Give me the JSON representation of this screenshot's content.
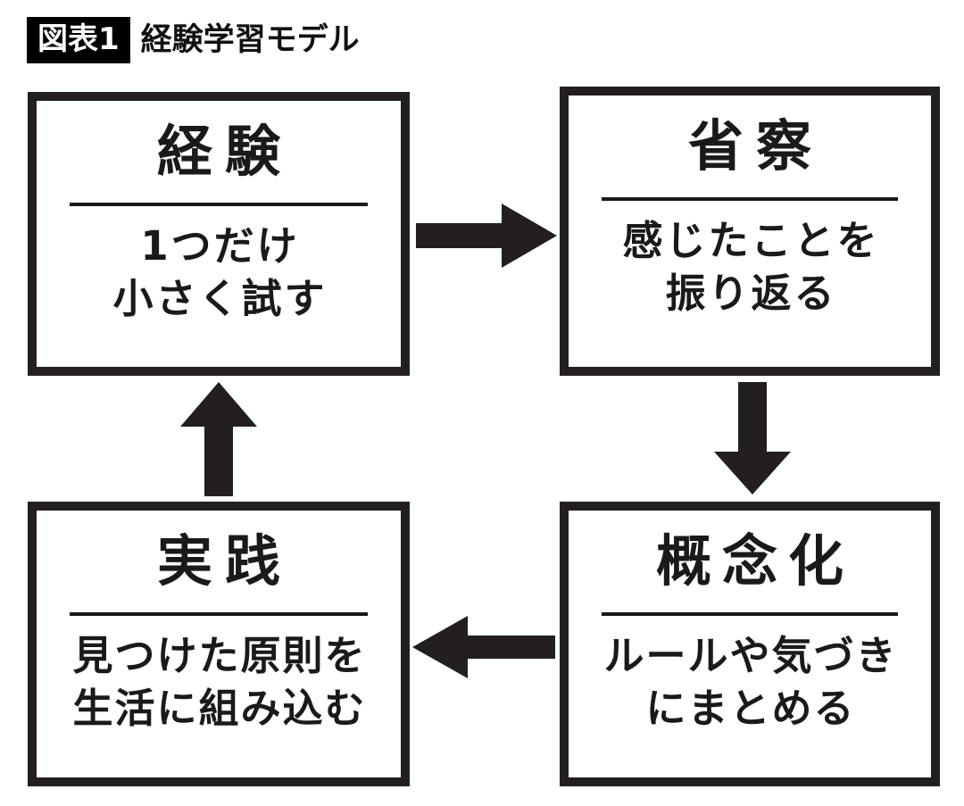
{
  "header": {
    "badge": "図表1",
    "title": "経験学習モデル"
  },
  "colors": {
    "ink": "#1a1a1a",
    "border": "#231f20",
    "background": "#ffffff",
    "badge_bg": "#000000",
    "badge_fg": "#ffffff"
  },
  "diagram": {
    "type": "cycle",
    "nodes": [
      {
        "id": "experience",
        "title": "経験",
        "body_lines": [
          "1つだけ",
          "小さく試す"
        ],
        "position": "top-left"
      },
      {
        "id": "reflection",
        "title": "省察",
        "body_lines": [
          "感じたことを",
          "振り返る"
        ],
        "position": "top-right"
      },
      {
        "id": "conceptualization",
        "title": "概念化",
        "body_lines": [
          "ルールや気づき",
          "にまとめる"
        ],
        "position": "bottom-right"
      },
      {
        "id": "practice",
        "title": "実践",
        "body_lines": [
          "見つけた原則を",
          "生活に組み込む"
        ],
        "position": "bottom-left"
      }
    ],
    "arrows": [
      {
        "id": "experience-to-reflection",
        "direction": "right",
        "from": "experience",
        "to": "reflection"
      },
      {
        "id": "reflection-to-conceptualization",
        "direction": "down",
        "from": "reflection",
        "to": "conceptualization"
      },
      {
        "id": "conceptualization-to-practice",
        "direction": "left",
        "from": "conceptualization",
        "to": "practice"
      },
      {
        "id": "practice-to-experience",
        "direction": "up",
        "from": "practice",
        "to": "experience"
      }
    ]
  }
}
